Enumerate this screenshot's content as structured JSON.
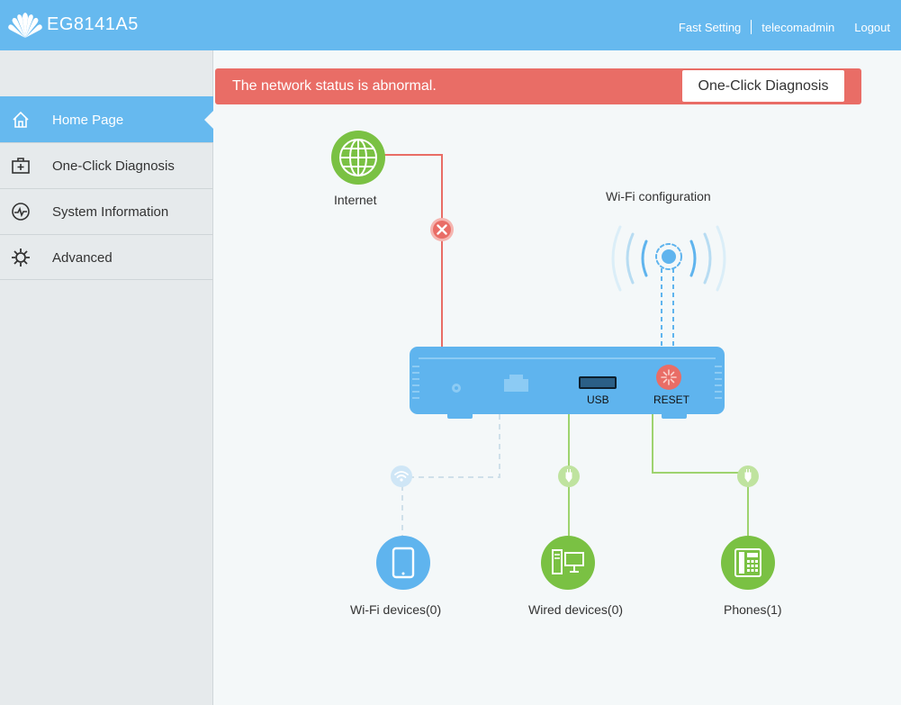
{
  "header": {
    "model": "EG8141A5",
    "links": {
      "fast_setting": "Fast Setting",
      "user": "telecomadmin",
      "logout": "Logout"
    }
  },
  "sidebar": {
    "items": [
      {
        "label": "Home Page",
        "icon": "home-icon",
        "active": true
      },
      {
        "label": "One-Click Diagnosis",
        "icon": "medical-kit-icon",
        "active": false
      },
      {
        "label": "System Information",
        "icon": "pulse-icon",
        "active": false
      },
      {
        "label": "Advanced",
        "icon": "gear-icon",
        "active": false
      }
    ]
  },
  "status": {
    "message": "The network status is abnormal.",
    "diagnosis_button": "One-Click Diagnosis"
  },
  "diagram": {
    "internet_label": "Internet",
    "wifi_config_label": "Wi-Fi configuration",
    "usb_label": "USB",
    "reset_label": "RESET",
    "wifi_devices_label": "Wi-Fi devices(0)",
    "wired_devices_label": "Wired devices(0)",
    "phones_label": "Phones(1)"
  },
  "colors": {
    "header": "#66b9ef",
    "error": "#e96d66",
    "ok_green": "#7ac143",
    "router_blue": "#5fb4ee"
  }
}
